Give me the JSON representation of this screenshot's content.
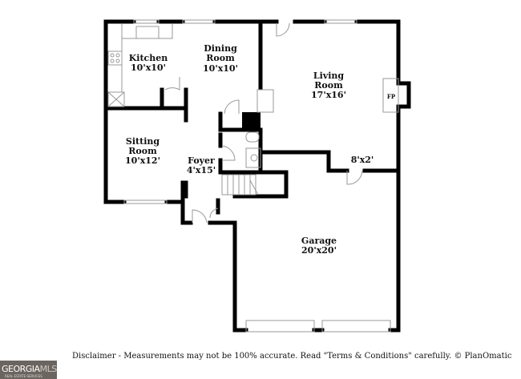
{
  "rooms": [
    {
      "name_lines": [
        "Kitchen"
      ],
      "size": "10'x10'"
    },
    {
      "name_lines": [
        "Dining",
        "Room"
      ],
      "size": "10'x10'"
    },
    {
      "name_lines": [
        "Living",
        "Room"
      ],
      "size": "17'x16'"
    },
    {
      "name_lines": [
        "Sitting",
        "Room"
      ],
      "size": "10'x12'"
    },
    {
      "name_lines": [
        "Foyer"
      ],
      "size": "4'x15'"
    },
    {
      "name_lines": [],
      "size": "8'x2'"
    },
    {
      "name_lines": [
        "Garage"
      ],
      "size": "20'x20'"
    }
  ],
  "fireplace_label": "FP",
  "disclaimer": "Disclaimer - Measurements may not be 100% accurate. Read \"Terms & Conditions\" carefully. © PlanOmatic",
  "logo": {
    "text_a": "GEORGIA",
    "text_b": "MLS",
    "tagline": "REAL ESTATE SERVICES"
  },
  "colors": {
    "wall": "#000000",
    "fixture": "#999999",
    "logo_bg": "#6b6560"
  }
}
